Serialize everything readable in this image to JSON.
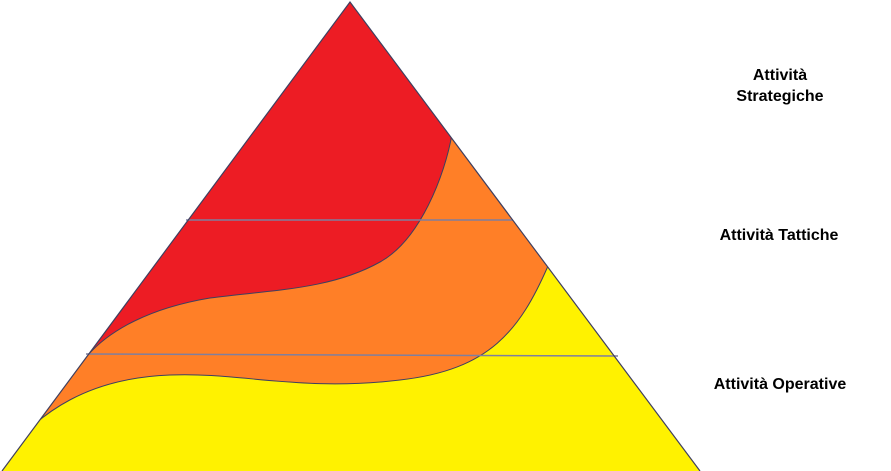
{
  "levels": {
    "strategic": {
      "line1": "Attività",
      "line2": "Strategiche"
    },
    "tactical": {
      "label": "Attività Tattiche"
    },
    "operative": {
      "label": "Attività Operative"
    }
  },
  "colors": {
    "strategic": "#ed1c24",
    "tactical": "#ff7f27",
    "operative": "#fff200",
    "divider": "#7f7f9f",
    "outline": "#3f3f5f"
  }
}
